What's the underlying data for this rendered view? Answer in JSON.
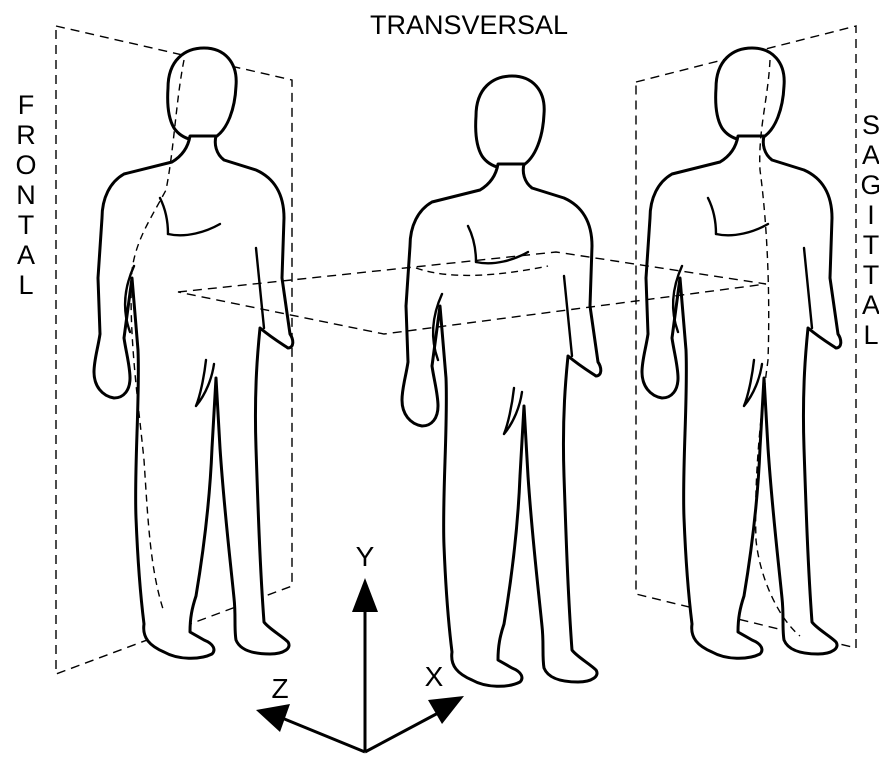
{
  "planes": {
    "frontal": "FRONTAL",
    "transversal": "TRANSVERSAL",
    "sagittal": "SAGITTAL"
  },
  "axes": {
    "y": "Y",
    "x": "X",
    "z": "Z"
  }
}
